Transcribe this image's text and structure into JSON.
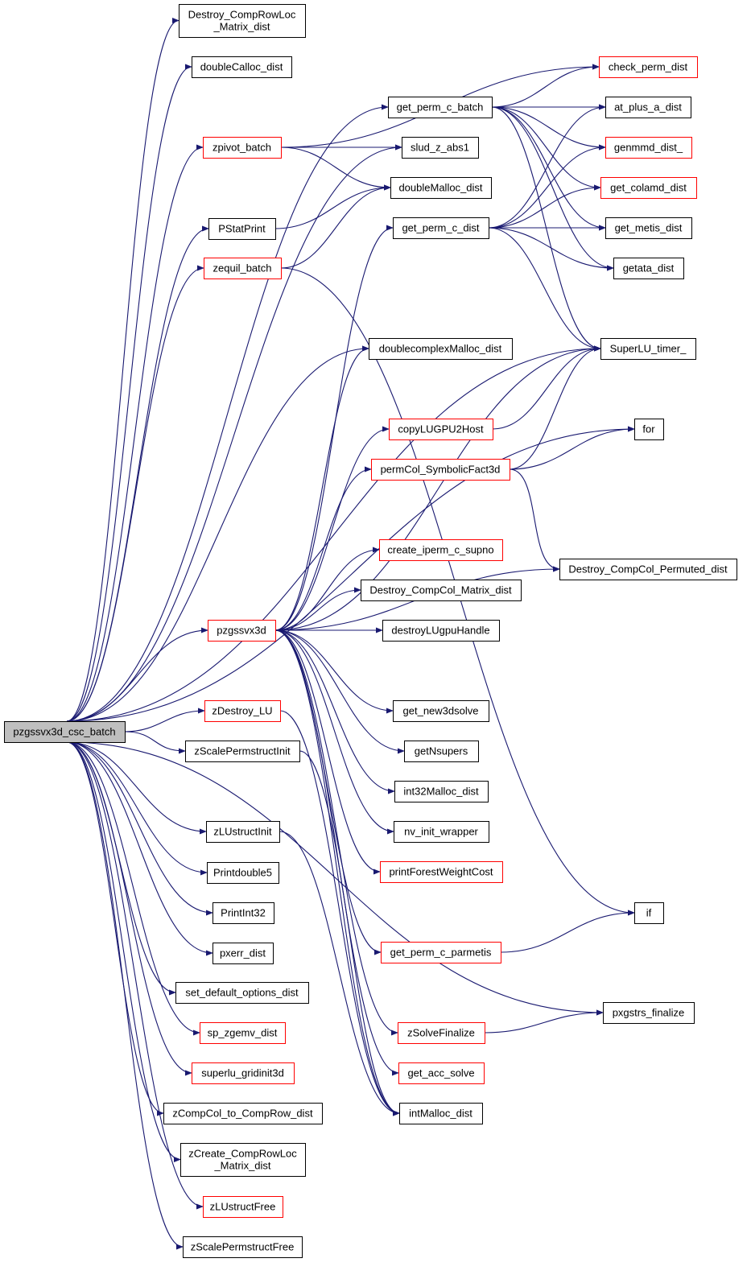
{
  "colors": {
    "edge": "#191970",
    "border_normal": "#000000",
    "border_linked": "#ff0000",
    "root_fill": "#bfbfbf",
    "node_fill": "#ffffff"
  },
  "root": {
    "id": "root",
    "label": "pzgssvx3d_csc_batch"
  },
  "nodes": [
    {
      "id": "destroy_comprowloc_matrix_dist",
      "lines": [
        "Destroy_CompRowLoc",
        "_Matrix_dist"
      ],
      "linked": false
    },
    {
      "id": "doublecalloc_dist",
      "lines": [
        "doubleCalloc_dist"
      ],
      "linked": false
    },
    {
      "id": "zpivot_batch",
      "lines": [
        "zpivot_batch"
      ],
      "linked": true
    },
    {
      "id": "pstatprint",
      "lines": [
        "PStatPrint"
      ],
      "linked": false
    },
    {
      "id": "zequil_batch",
      "lines": [
        "zequil_batch"
      ],
      "linked": true
    },
    {
      "id": "pzgssvx3d",
      "lines": [
        "pzgssvx3d"
      ],
      "linked": true
    },
    {
      "id": "zdestroy_lu",
      "lines": [
        "zDestroy_LU"
      ],
      "linked": true
    },
    {
      "id": "zscalepermstructinit",
      "lines": [
        "zScalePermstructInit"
      ],
      "linked": false
    },
    {
      "id": "zlustructinit",
      "lines": [
        "zLUstructInit"
      ],
      "linked": false
    },
    {
      "id": "printdouble5",
      "lines": [
        "Printdouble5"
      ],
      "linked": false
    },
    {
      "id": "printint32",
      "lines": [
        "PrintInt32"
      ],
      "linked": false
    },
    {
      "id": "pxerr_dist",
      "lines": [
        "pxerr_dist"
      ],
      "linked": false
    },
    {
      "id": "set_default_options_dist",
      "lines": [
        "set_default_options_dist"
      ],
      "linked": false
    },
    {
      "id": "sp_zgemv_dist",
      "lines": [
        "sp_zgemv_dist"
      ],
      "linked": true
    },
    {
      "id": "superlu_gridinit3d",
      "lines": [
        "superlu_gridinit3d"
      ],
      "linked": true
    },
    {
      "id": "zcompcol_to_comprow_dist",
      "lines": [
        "zCompCol_to_CompRow_dist"
      ],
      "linked": false
    },
    {
      "id": "zcreate_comprowloc_matrix_dist",
      "lines": [
        "zCreate_CompRowLoc",
        "_Matrix_dist"
      ],
      "linked": false
    },
    {
      "id": "zlustructfree",
      "lines": [
        "zLUstructFree"
      ],
      "linked": true
    },
    {
      "id": "zscalepermstructfree",
      "lines": [
        "zScalePermstructFree"
      ],
      "linked": false
    },
    {
      "id": "get_perm_c_batch",
      "lines": [
        "get_perm_c_batch"
      ],
      "linked": false
    },
    {
      "id": "slud_z_abs1",
      "lines": [
        "slud_z_abs1"
      ],
      "linked": false
    },
    {
      "id": "doublemalloc_dist",
      "lines": [
        "doubleMalloc_dist"
      ],
      "linked": false
    },
    {
      "id": "get_perm_c_dist",
      "lines": [
        "get_perm_c_dist"
      ],
      "linked": false
    },
    {
      "id": "doublecomplexmalloc_dist",
      "lines": [
        "doublecomplexMalloc_dist"
      ],
      "linked": false
    },
    {
      "id": "copylugpu2host",
      "lines": [
        "copyLUGPU2Host"
      ],
      "linked": true
    },
    {
      "id": "permcol_symbolicfact3d",
      "lines": [
        "permCol_SymbolicFact3d"
      ],
      "linked": true
    },
    {
      "id": "create_iperm_c_supno",
      "lines": [
        "create_iperm_c_supno"
      ],
      "linked": true
    },
    {
      "id": "destroy_compcol_matrix_dist",
      "lines": [
        "Destroy_CompCol_Matrix_dist"
      ],
      "linked": false
    },
    {
      "id": "destroylugpuhandle",
      "lines": [
        "destroyLUgpuHandle"
      ],
      "linked": false
    },
    {
      "id": "get_new3dsolve",
      "lines": [
        "get_new3dsolve"
      ],
      "linked": false
    },
    {
      "id": "getnsupers",
      "lines": [
        "getNsupers"
      ],
      "linked": false
    },
    {
      "id": "int32malloc_dist",
      "lines": [
        "int32Malloc_dist"
      ],
      "linked": false
    },
    {
      "id": "nv_init_wrapper",
      "lines": [
        "nv_init_wrapper"
      ],
      "linked": false
    },
    {
      "id": "printforestweightcost",
      "lines": [
        "printForestWeightCost"
      ],
      "linked": true
    },
    {
      "id": "get_perm_c_parmetis",
      "lines": [
        "get_perm_c_parmetis"
      ],
      "linked": true
    },
    {
      "id": "zsolvefinalize",
      "lines": [
        "zSolveFinalize"
      ],
      "linked": true
    },
    {
      "id": "get_acc_solve",
      "lines": [
        "get_acc_solve"
      ],
      "linked": true
    },
    {
      "id": "intmalloc_dist",
      "lines": [
        "intMalloc_dist"
      ],
      "linked": false
    },
    {
      "id": "check_perm_dist",
      "lines": [
        "check_perm_dist"
      ],
      "linked": true
    },
    {
      "id": "at_plus_a_dist",
      "lines": [
        "at_plus_a_dist"
      ],
      "linked": false
    },
    {
      "id": "genmmd_dist_",
      "lines": [
        "genmmd_dist_"
      ],
      "linked": true
    },
    {
      "id": "get_colamd_dist",
      "lines": [
        "get_colamd_dist"
      ],
      "linked": true
    },
    {
      "id": "get_metis_dist",
      "lines": [
        "get_metis_dist"
      ],
      "linked": false
    },
    {
      "id": "getata_dist",
      "lines": [
        "getata_dist"
      ],
      "linked": false
    },
    {
      "id": "superlu_timer_",
      "lines": [
        "SuperLU_timer_"
      ],
      "linked": false
    },
    {
      "id": "for",
      "lines": [
        "for"
      ],
      "linked": false
    },
    {
      "id": "destroy_compcol_permuted_dist",
      "lines": [
        "Destroy_CompCol_Permuted_dist"
      ],
      "linked": false
    },
    {
      "id": "if",
      "lines": [
        "if"
      ],
      "linked": false
    },
    {
      "id": "pxgstrs_finalize",
      "lines": [
        "pxgstrs_finalize"
      ],
      "linked": false
    }
  ],
  "edges": [
    [
      "root",
      "destroy_comprowloc_matrix_dist"
    ],
    [
      "root",
      "doublecalloc_dist"
    ],
    [
      "root",
      "get_perm_c_batch"
    ],
    [
      "root",
      "zpivot_batch"
    ],
    [
      "root",
      "slud_z_abs1"
    ],
    [
      "root",
      "pstatprint"
    ],
    [
      "root",
      "zequil_batch"
    ],
    [
      "root",
      "superlu_timer_"
    ],
    [
      "root",
      "doublecomplexmalloc_dist"
    ],
    [
      "root",
      "for"
    ],
    [
      "root",
      "pzgssvx3d"
    ],
    [
      "root",
      "zdestroy_lu"
    ],
    [
      "root",
      "zscalepermstructinit"
    ],
    [
      "root",
      "pxgstrs_finalize"
    ],
    [
      "root",
      "zlustructinit"
    ],
    [
      "root",
      "printdouble5"
    ],
    [
      "root",
      "printint32"
    ],
    [
      "root",
      "pxerr_dist"
    ],
    [
      "root",
      "set_default_options_dist"
    ],
    [
      "root",
      "sp_zgemv_dist"
    ],
    [
      "root",
      "superlu_gridinit3d"
    ],
    [
      "root",
      "zcompcol_to_comprow_dist"
    ],
    [
      "root",
      "zcreate_comprowloc_matrix_dist"
    ],
    [
      "root",
      "zlustructfree"
    ],
    [
      "root",
      "zscalepermstructfree"
    ],
    [
      "zpivot_batch",
      "check_perm_dist"
    ],
    [
      "zpivot_batch",
      "slud_z_abs1"
    ],
    [
      "zpivot_batch",
      "doublemalloc_dist"
    ],
    [
      "pstatprint",
      "doublemalloc_dist"
    ],
    [
      "zequil_batch",
      "doublemalloc_dist"
    ],
    [
      "zequil_batch",
      "if"
    ],
    [
      "get_perm_c_batch",
      "check_perm_dist"
    ],
    [
      "get_perm_c_batch",
      "at_plus_a_dist"
    ],
    [
      "get_perm_c_batch",
      "genmmd_dist_"
    ],
    [
      "get_perm_c_batch",
      "get_colamd_dist"
    ],
    [
      "get_perm_c_batch",
      "get_metis_dist"
    ],
    [
      "get_perm_c_batch",
      "getata_dist"
    ],
    [
      "get_perm_c_batch",
      "superlu_timer_"
    ],
    [
      "get_perm_c_dist",
      "at_plus_a_dist"
    ],
    [
      "get_perm_c_dist",
      "genmmd_dist_"
    ],
    [
      "get_perm_c_dist",
      "get_colamd_dist"
    ],
    [
      "get_perm_c_dist",
      "get_metis_dist"
    ],
    [
      "get_perm_c_dist",
      "getata_dist"
    ],
    [
      "get_perm_c_dist",
      "superlu_timer_"
    ],
    [
      "copylugpu2host",
      "superlu_timer_"
    ],
    [
      "permcol_symbolicfact3d",
      "superlu_timer_"
    ],
    [
      "permcol_symbolicfact3d",
      "for"
    ],
    [
      "permcol_symbolicfact3d",
      "destroy_compcol_permuted_dist"
    ],
    [
      "pzgssvx3d",
      "get_perm_c_dist"
    ],
    [
      "pzgssvx3d",
      "doublecomplexmalloc_dist"
    ],
    [
      "pzgssvx3d",
      "superlu_timer_"
    ],
    [
      "pzgssvx3d",
      "copylugpu2host"
    ],
    [
      "pzgssvx3d",
      "permcol_symbolicfact3d"
    ],
    [
      "pzgssvx3d",
      "create_iperm_c_supno"
    ],
    [
      "pzgssvx3d",
      "destroy_compcol_matrix_dist"
    ],
    [
      "pzgssvx3d",
      "destroylugpuhandle"
    ],
    [
      "pzgssvx3d",
      "destroy_compcol_permuted_dist"
    ],
    [
      "pzgssvx3d",
      "get_new3dsolve"
    ],
    [
      "pzgssvx3d",
      "getnsupers"
    ],
    [
      "pzgssvx3d",
      "int32malloc_dist"
    ],
    [
      "pzgssvx3d",
      "nv_init_wrapper"
    ],
    [
      "pzgssvx3d",
      "printforestweightcost"
    ],
    [
      "pzgssvx3d",
      "get_perm_c_parmetis"
    ],
    [
      "pzgssvx3d",
      "zsolvefinalize"
    ],
    [
      "pzgssvx3d",
      "get_acc_solve"
    ],
    [
      "pzgssvx3d",
      "intmalloc_dist"
    ],
    [
      "zdestroy_lu",
      "intmalloc_dist"
    ],
    [
      "zscalepermstructinit",
      "intmalloc_dist"
    ],
    [
      "zlustructinit",
      "intmalloc_dist"
    ],
    [
      "get_perm_c_parmetis",
      "if"
    ],
    [
      "zsolvefinalize",
      "pxgstrs_finalize"
    ]
  ]
}
